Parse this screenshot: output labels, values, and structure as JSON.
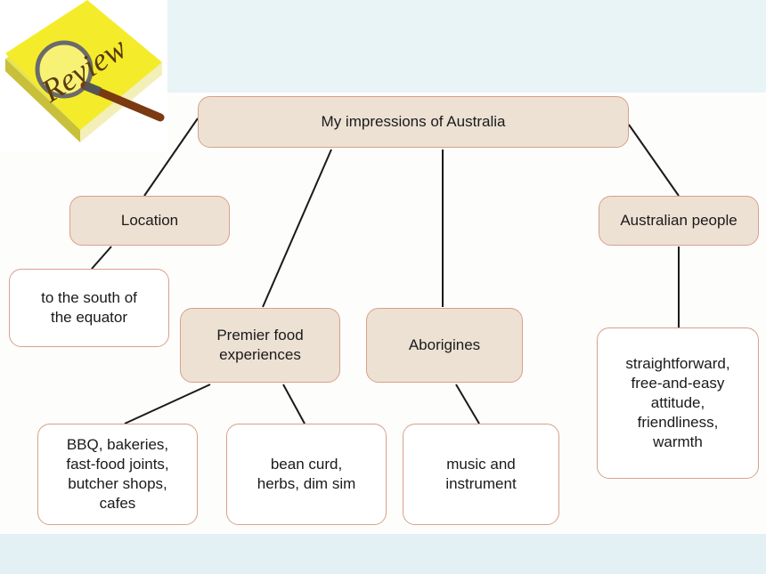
{
  "logo": {
    "text": "Review"
  },
  "diagram": {
    "root": "My impressions of Australia",
    "location": "Location",
    "location_detail": "to the south of\nthe equator",
    "food": "Premier food\nexperiences",
    "food_detail_1": "BBQ, bakeries,\nfast-food joints,\nbutcher shops,\ncafes",
    "food_detail_2": "bean curd,\nherbs, dim sim",
    "aborigines": "Aborigines",
    "aborigines_detail": "music and\ninstrument",
    "people": "Australian people",
    "people_detail": "straightforward,\nfree-and-easy\nattitude,\nfriendliness,\nwarmth"
  }
}
